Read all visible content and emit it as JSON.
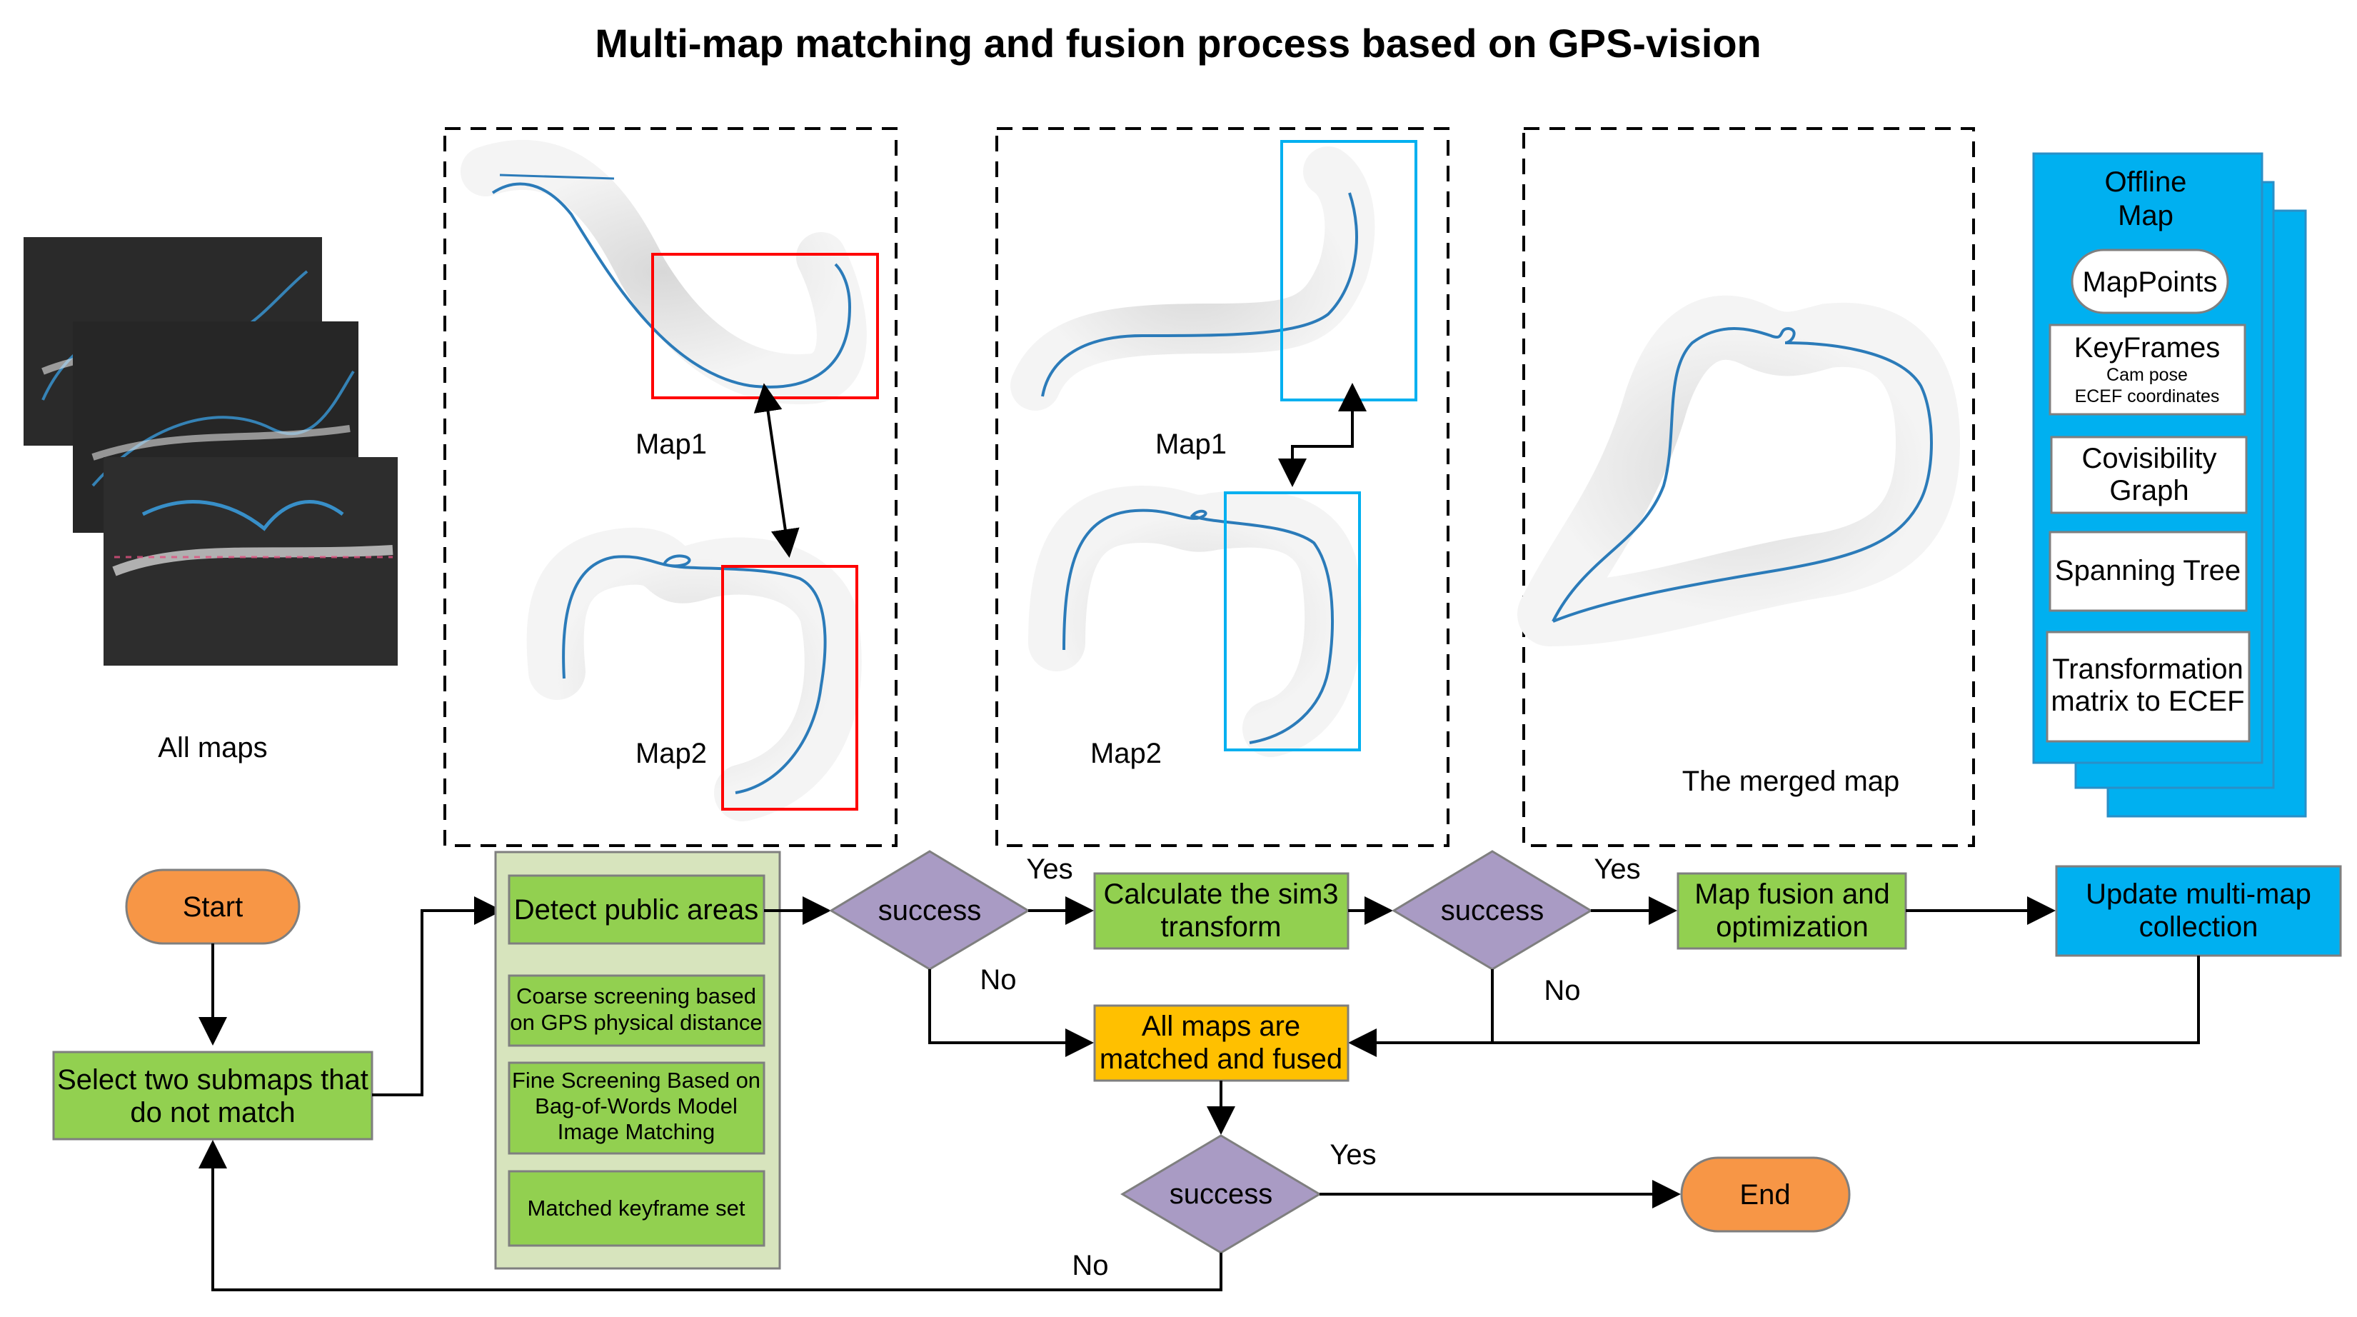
{
  "title": "Multi-map matching and fusion process based on GPS-vision",
  "panels": {
    "all_maps": "All maps",
    "map1": "Map1",
    "map2": "Map2",
    "map1b": "Map1",
    "map2b": "Map2",
    "merged": "The merged map"
  },
  "offline": {
    "title_line1": "Offline",
    "title_line2": "Map",
    "mappoints": "MapPoints",
    "keyframes": "KeyFrames",
    "cam_pose": "Cam pose",
    "ecef_coords": "ECEF coordinates",
    "covis_line1": "Covisibility",
    "covis_line2": "Graph",
    "spanning": "Spanning Tree",
    "transform_line1": "Transformation",
    "transform_line2": "matrix to ECEF"
  },
  "flow": {
    "start": "Start",
    "select_line1": "Select two submaps that",
    "select_line2": "do not match",
    "detect": "Detect public areas",
    "coarse_line1": "Coarse screening based",
    "coarse_line2": "on GPS physical distance",
    "fine_line1": "Fine Screening Based on",
    "fine_line2": "Bag-of-Words Model",
    "fine_line3": "Image Matching",
    "matched": "Matched keyframe set",
    "success1": "success",
    "calc_line1": "Calculate the sim3",
    "calc_line2": "transform",
    "success2": "success",
    "fusion_line1": "Map fusion and",
    "fusion_line2": "optimization",
    "update_line1": "Update multi-map",
    "update_line2": "collection",
    "allmaps_line1": "All maps are",
    "allmaps_line2": "matched and fused",
    "success3": "success",
    "end": "End",
    "yes1": "Yes",
    "no1": "No",
    "yes2": "Yes",
    "no2": "No",
    "yes3": "Yes",
    "no3": "No"
  },
  "colors": {
    "green": "#92D050",
    "green_panel": "#D7E4BD",
    "purple": "#A99BC4",
    "orange_terminal": "#F79646",
    "yellow": "#FFC000",
    "blue": "#00B0F0",
    "red": "#FF0000",
    "cyan_frame": "#00B0F0"
  }
}
